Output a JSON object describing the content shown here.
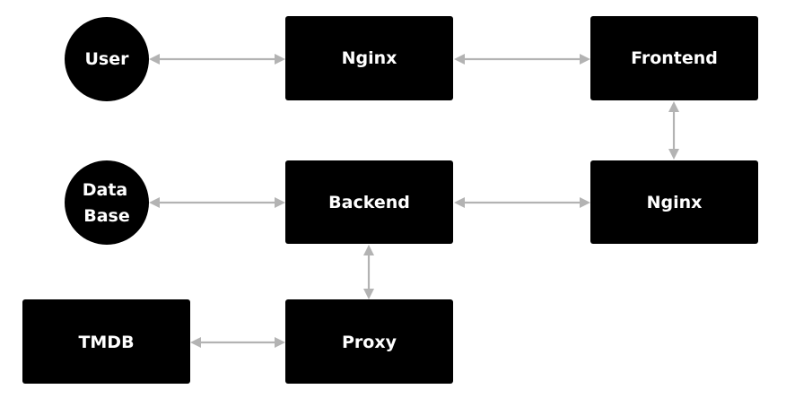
{
  "colors": {
    "node_fill": "#000000",
    "node_text": "#ffffff",
    "edge": "#b3b3b3",
    "background": "#ffffff"
  },
  "nodes": {
    "user": {
      "label": "User",
      "shape": "circle"
    },
    "nginx_top": {
      "label": "Nginx",
      "shape": "box"
    },
    "frontend": {
      "label": "Frontend",
      "shape": "box"
    },
    "database": {
      "label_line1": "Data",
      "label_line2": "Base",
      "shape": "circle"
    },
    "backend": {
      "label": "Backend",
      "shape": "box"
    },
    "nginx_mid": {
      "label": "Nginx",
      "shape": "box"
    },
    "tmdb": {
      "label": "TMDB",
      "shape": "box"
    },
    "proxy": {
      "label": "Proxy",
      "shape": "box"
    }
  },
  "edges": [
    {
      "from": "user",
      "to": "nginx_top",
      "direction": "both"
    },
    {
      "from": "nginx_top",
      "to": "frontend",
      "direction": "both"
    },
    {
      "from": "frontend",
      "to": "nginx_mid",
      "direction": "both"
    },
    {
      "from": "database",
      "to": "backend",
      "direction": "both"
    },
    {
      "from": "backend",
      "to": "nginx_mid",
      "direction": "both"
    },
    {
      "from": "backend",
      "to": "proxy",
      "direction": "both"
    },
    {
      "from": "tmdb",
      "to": "proxy",
      "direction": "both"
    }
  ]
}
